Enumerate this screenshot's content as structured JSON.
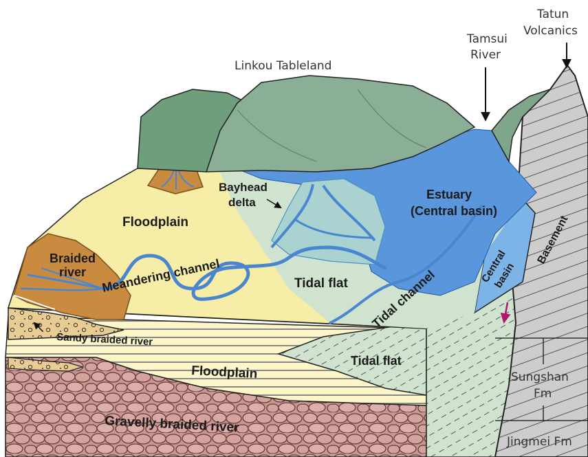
{
  "labels": {
    "linkou": "Linkou Tableland",
    "tamsui_1": "Tamsui",
    "tamsui_2": "River",
    "tatun_1": "Tatun",
    "tatun_2": "Volcanics",
    "bayhead_1": "Bayhead",
    "bayhead_2": "delta",
    "floodplain_surface": "Floodplain",
    "estuary_1": "Estuary",
    "estuary_2": "(Central basin)",
    "braided_1": "Braided",
    "braided_2": "river",
    "meandering": "Meandering channel",
    "tidal_flat_surface": "Tidal flat",
    "tidal_channel": "Tidal channel",
    "central_basin_1": "Central",
    "central_basin_2": "basin",
    "basement": "Basement",
    "sandy_braided": "Sandy braided river",
    "floodplain_section": "Floodplain",
    "tidal_flat_section": "Tidal flat",
    "gravelly": "Gravelly braided river",
    "sungshan_1": "Sungshan",
    "sungshan_2": "Fm",
    "jingmei": "Jingmei Fm"
  },
  "colors": {
    "hills": "#7fa58a",
    "floodplain": "#f6eea6",
    "estuary": "#5a96dc",
    "tidal_flat": "#cfe3cf",
    "braided": "#c98b3f",
    "channel": "#4a86d0",
    "basement": "#c8c8c8",
    "gravel": "#c79a95"
  }
}
